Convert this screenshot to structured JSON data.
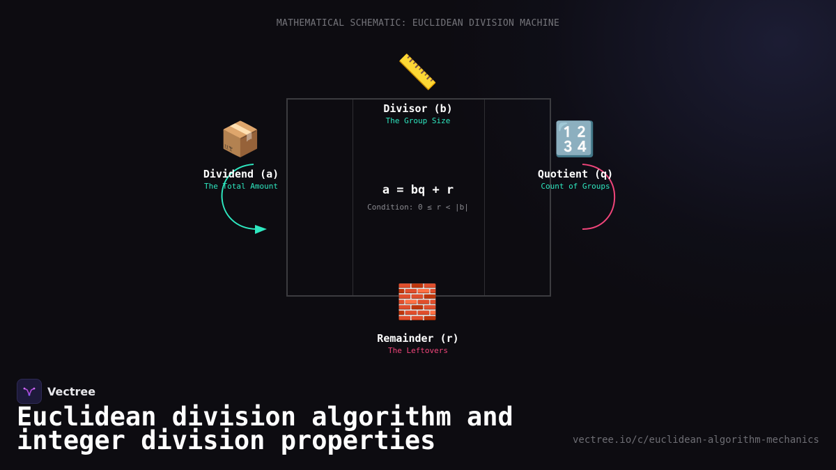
{
  "header": "MATHEMATICAL SCHEMATIC: EUCLIDEAN DIVISION MACHINE",
  "nodes": {
    "divisor": {
      "icon": "ruler-icon",
      "emoji": "📏",
      "name": "Divisor (b)",
      "sub": "The Group Size"
    },
    "dividend": {
      "icon": "package-icon",
      "emoji": "📦",
      "name": "Dividend (a)",
      "sub": "The Total Amount"
    },
    "quotient": {
      "icon": "numbers-icon",
      "emoji": "🔢",
      "name": "Quotient (q)",
      "sub": "Count of Groups"
    },
    "remainder": {
      "icon": "bricks-icon",
      "emoji": "🧱",
      "name": "Remainder (r)",
      "sub": "The Leftovers"
    }
  },
  "formula": "a = bq + r",
  "condition": "Condition: 0 ≤ r < |b|",
  "brand": "Vectree",
  "title_line1": "Euclidean division algorithm and",
  "title_line2": "integer division properties",
  "url": "vectree.io/c/euclidean-algorithm-mechanics",
  "colors": {
    "teal": "#2ee8c0",
    "pink": "#f0457a",
    "background": "#0d0c11"
  }
}
